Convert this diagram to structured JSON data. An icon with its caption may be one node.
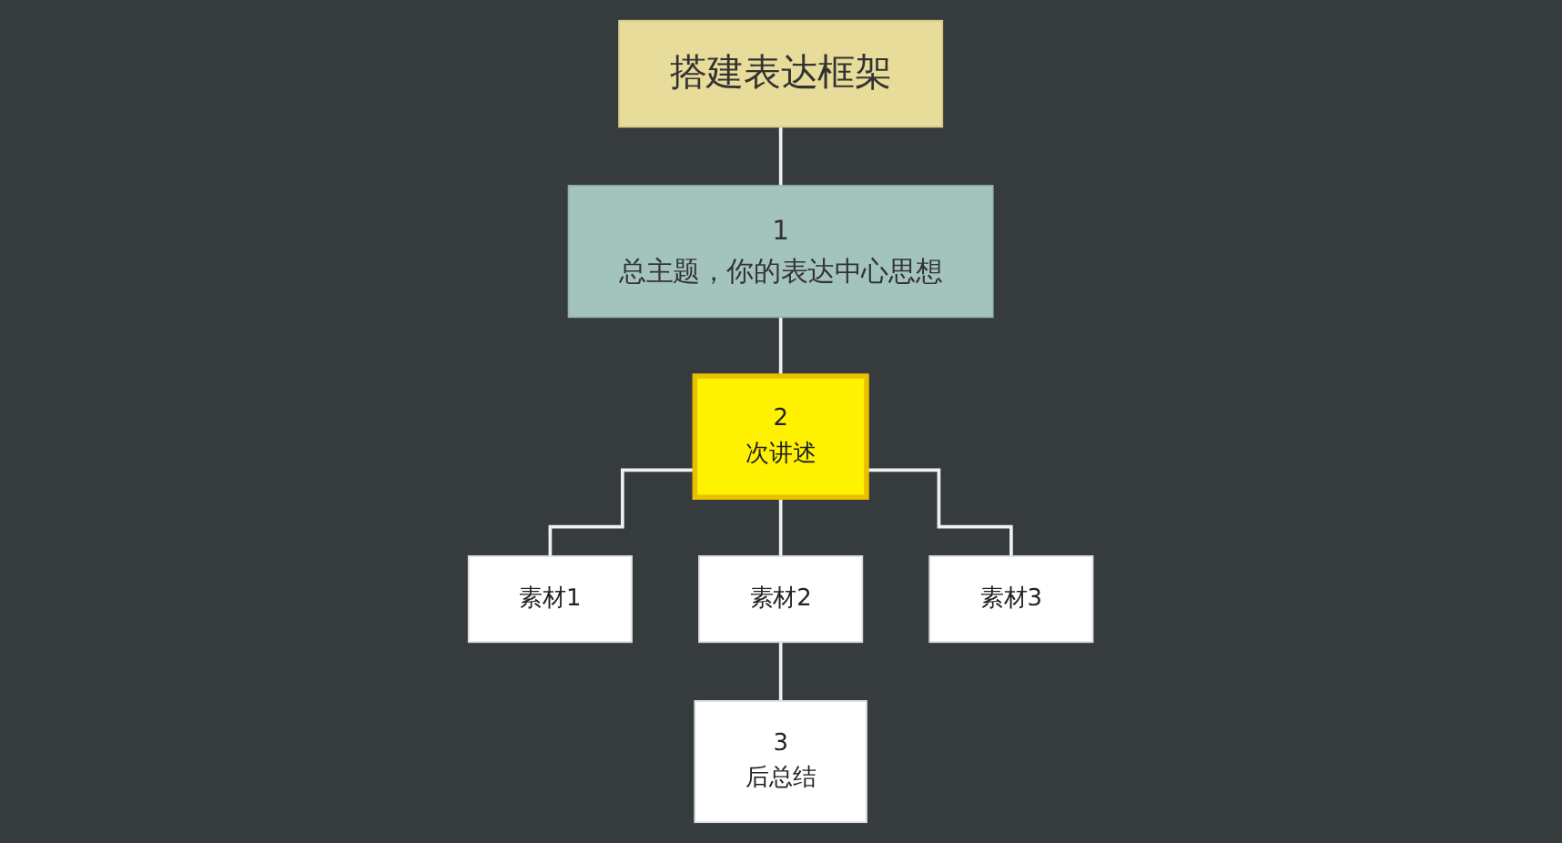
{
  "diagram": {
    "nodes": [
      {
        "text": [
          "搭建表达框架"
        ]
      },
      {
        "text": [
          "1",
          "总主题，你的表达中心思想"
        ]
      },
      {
        "text": [
          "2",
          "次讲述"
        ]
      },
      {
        "text": [
          "素材1"
        ]
      },
      {
        "text": [
          "素材2"
        ]
      },
      {
        "text": [
          "素材3"
        ]
      },
      {
        "text": [
          "3",
          "后总结"
        ]
      }
    ],
    "edges": [
      {
        "from": 0,
        "to": 1,
        "arrow": "none"
      },
      {
        "from": 1,
        "to": 2,
        "arrow": "none"
      },
      {
        "from": 2,
        "to": 3,
        "arrow": "none"
      },
      {
        "from": 2,
        "to": 4,
        "arrow": "none"
      },
      {
        "from": 2,
        "to": 5,
        "arrow": "none"
      },
      {
        "from": 4,
        "to": 6,
        "arrow": "none"
      }
    ]
  }
}
